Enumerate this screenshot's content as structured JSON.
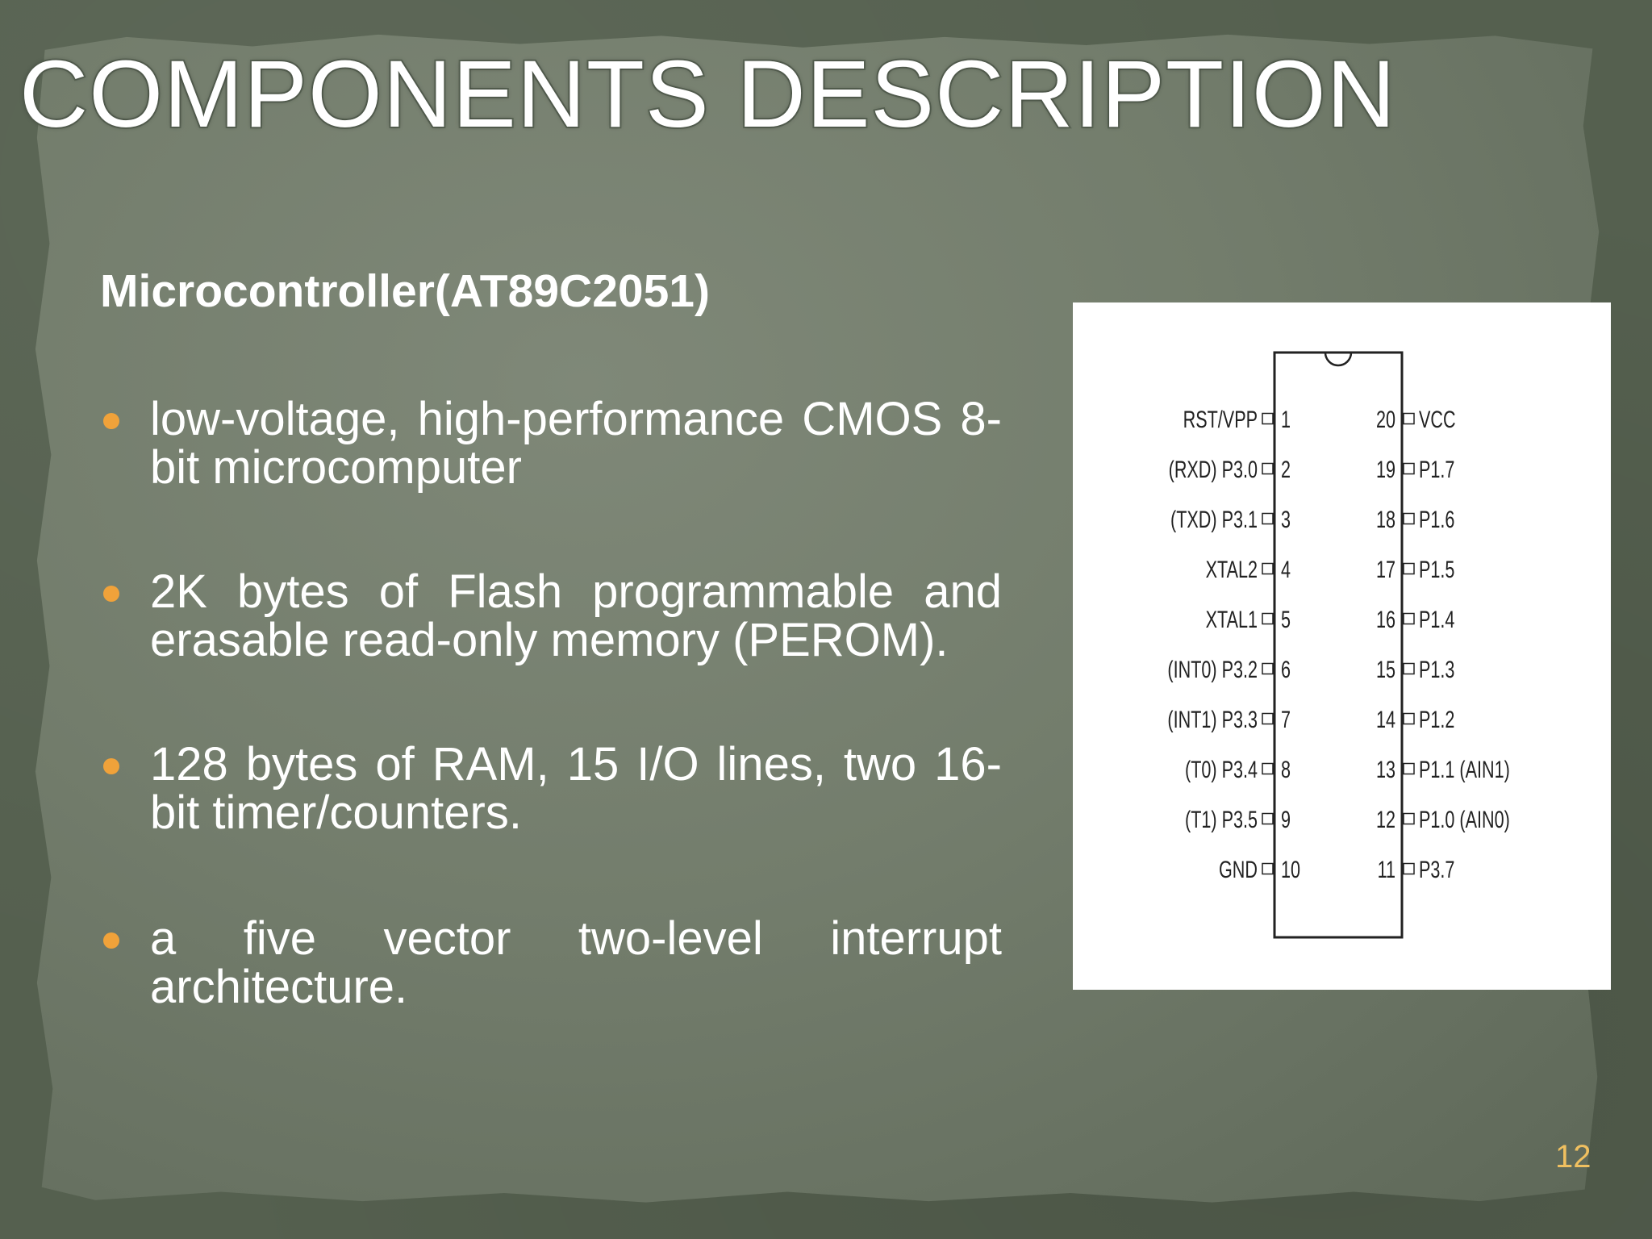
{
  "slide": {
    "title": "COMPONENTS DESCRIPTION",
    "heading": "Microcontroller(AT89C2051)",
    "bullets": [
      {
        "text": " low-voltage, high-performance CMOS 8-bit microcomputer"
      },
      {
        "text": "2K bytes of Flash programmable and erasable read-only memory (PEROM)."
      },
      {
        "text": "128 bytes of RAM, 15 I/O lines, two 16-bit timer/counters."
      },
      {
        "text": "a five vector two-level interrupt architecture."
      }
    ],
    "page_number": "12",
    "bullet_color": "#f0a23a"
  },
  "pinout": {
    "left_pins": [
      {
        "number": "1",
        "label": "RST/VPP"
      },
      {
        "number": "2",
        "label": "(RXD) P3.0"
      },
      {
        "number": "3",
        "label": "(TXD) P3.1"
      },
      {
        "number": "4",
        "label": "XTAL2"
      },
      {
        "number": "5",
        "label": "XTAL1"
      },
      {
        "number": "6",
        "label": "(INT0) P3.2"
      },
      {
        "number": "7",
        "label": "(INT1) P3.3"
      },
      {
        "number": "8",
        "label": "(T0) P3.4"
      },
      {
        "number": "9",
        "label": "(T1) P3.5"
      },
      {
        "number": "10",
        "label": "GND"
      }
    ],
    "right_pins": [
      {
        "number": "20",
        "label": "VCC"
      },
      {
        "number": "19",
        "label": "P1.7"
      },
      {
        "number": "18",
        "label": "P1.6"
      },
      {
        "number": "17",
        "label": "P1.5"
      },
      {
        "number": "16",
        "label": "P1.4"
      },
      {
        "number": "15",
        "label": "P1.3"
      },
      {
        "number": "14",
        "label": "P1.2"
      },
      {
        "number": "13",
        "label": "P1.1 (AIN1)"
      },
      {
        "number": "12",
        "label": "P1.0 (AIN0)"
      },
      {
        "number": "11",
        "label": "P3.7"
      }
    ]
  }
}
